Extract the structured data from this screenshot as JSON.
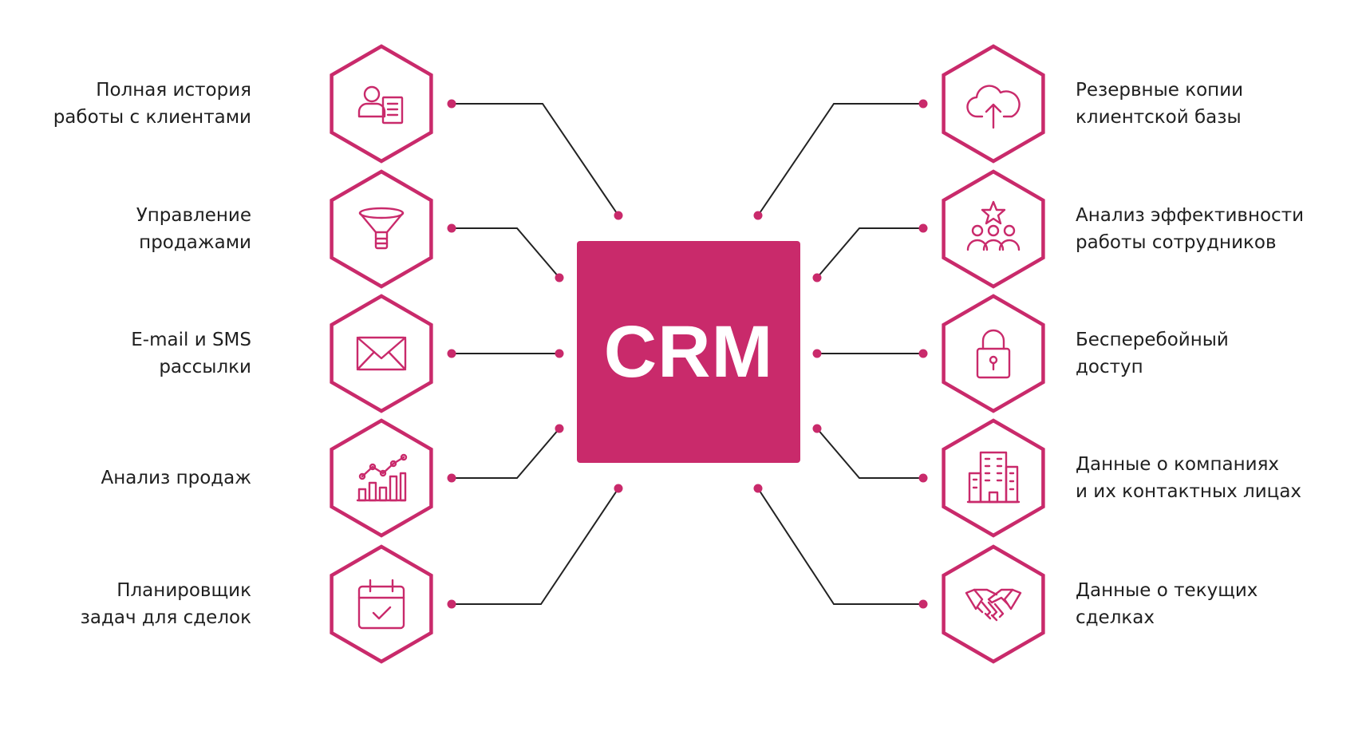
{
  "colors": {
    "accent": "#c92a6b",
    "line": "#222222",
    "text": "#1f1f1f",
    "background": "#ffffff"
  },
  "center": {
    "title": "CRM"
  },
  "left_features": [
    {
      "icon": "client-profile-icon",
      "lines": [
        "Полная история",
        "работы с клиентами"
      ]
    },
    {
      "icon": "sales-funnel-icon",
      "lines": [
        "Управление",
        "продажами"
      ]
    },
    {
      "icon": "envelope-icon",
      "lines": [
        "E-mail и SMS",
        "рассылки"
      ]
    },
    {
      "icon": "sales-chart-icon",
      "lines": [
        "Анализ продаж"
      ]
    },
    {
      "icon": "calendar-check-icon",
      "lines": [
        "Планировщик",
        "задач для сделок"
      ]
    }
  ],
  "right_features": [
    {
      "icon": "cloud-upload-icon",
      "lines": [
        "Резервные копии",
        "клиентской базы"
      ]
    },
    {
      "icon": "team-star-icon",
      "lines": [
        "Анализ эффективности",
        "работы сотрудников"
      ]
    },
    {
      "icon": "padlock-icon",
      "lines": [
        "Бесперебойный",
        "доступ"
      ]
    },
    {
      "icon": "office-building-icon",
      "lines": [
        "Данные о компаниях",
        "и их контактных лицах"
      ]
    },
    {
      "icon": "handshake-icon",
      "lines": [
        "Данные о текущих",
        "сделках"
      ]
    }
  ]
}
